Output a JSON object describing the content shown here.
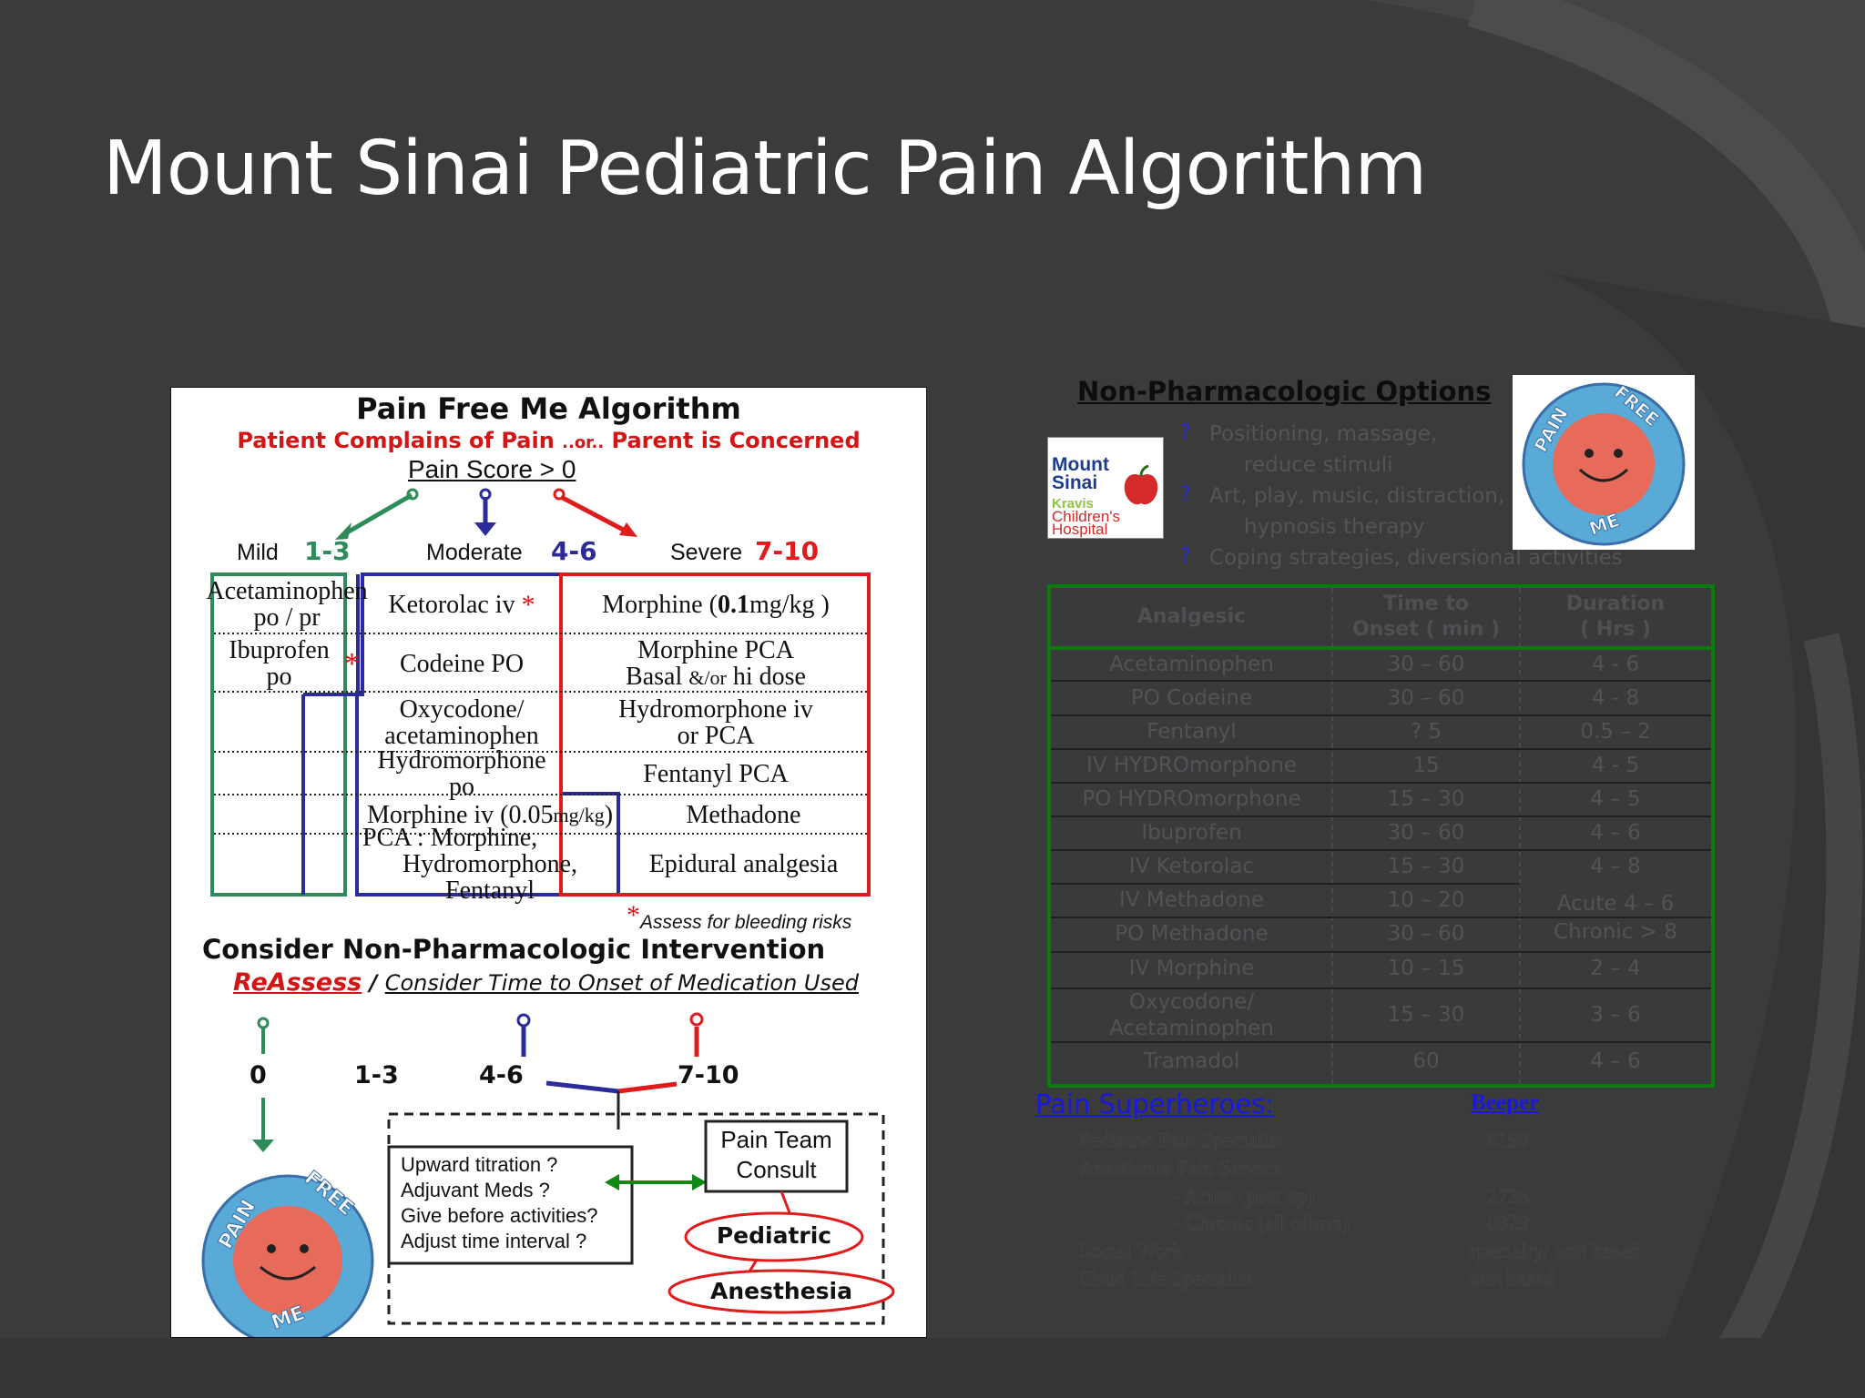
{
  "slide_title": "Mount Sinai Pediatric Pain Algorithm",
  "algorithm": {
    "title": "Pain Free Me Algorithm",
    "subtitle_part1": "Patient Complains of Pain ",
    "subtitle_or": "..or..",
    "subtitle_part2": " Parent is Concerned",
    "pain_score": "Pain Score > 0",
    "levels": {
      "mild_label": "Mild",
      "mild_range": "1-3",
      "moderate_label": "Moderate",
      "moderate_range": "4-6",
      "severe_label": "Severe",
      "severe_range": "7-10"
    },
    "cells": {
      "acetaminophen": "Acetaminophen",
      "acetaminophen_route": "po / pr",
      "ketorolac": "Ketorolac iv",
      "morphine_pre": "Morphine ( ",
      "morphine_dose": "0.1",
      "morphine_unit": " mg/kg )",
      "ibuprofen": "Ibuprofen po",
      "codeine": "Codeine PO",
      "morphine_pca": "Morphine PCA",
      "basal_pre": "Basal ",
      "basal_and": "&/or",
      "basal_post": " hi dose",
      "oxycodone": "Oxycodone/",
      "oxycodone_2": "acetaminophen",
      "hydromorphone_iv": "Hydromorphone iv",
      "hydromorphone_iv_2": "or    PCA",
      "hydromorphone_po": "Hydromorphone po",
      "fentanyl_pca": "Fentanyl PCA",
      "morphine_iv_pre": "Morphine iv (0.05 ",
      "morphine_iv_unit": "mg/kg",
      "morphine_iv_post": ")",
      "methadone": "Methadone",
      "pca_line1": "PCA :   Morphine,",
      "pca_line2": "Hydromorphone, Fentanyl",
      "epidural": "Epidural analgesia"
    },
    "asterisk": "*",
    "bleeding_note": "Assess for bleeding risks",
    "consider": "Consider Non-Pharmacologic Intervention",
    "reassess": "ReAssess",
    "slash": " / ",
    "time_onset": "Consider Time to Onset of Medication Used",
    "scores": [
      "0",
      "1-3",
      "4-6",
      "7-10"
    ],
    "questions": [
      "Upward titration ?",
      "Adjuvant Meds ?",
      "Give before activities?",
      "Adjust time interval  ?"
    ],
    "pain_team": "Pain Team",
    "consult": "Consult",
    "pediatric": "Pediatric",
    "anesthesia": "Anesthesia"
  },
  "logo": {
    "pain": "PAIN",
    "free": "FREE",
    "me": "ME"
  },
  "msh_logo": {
    "line1": "Mount",
    "line2": "Sinai",
    "line3": "Kravis",
    "line4": "Children's",
    "line5": "Hospital"
  },
  "non_pharm": {
    "title": "Non-Pharmacologic Options",
    "bullet": "?",
    "items": [
      "Positioning, massage,",
      "reduce stimuli",
      "Art, play, music, distraction,",
      "hypnosis therapy",
      "Coping strategies, diversional activities"
    ]
  },
  "table": {
    "headers": {
      "analgesic": "Analgesic",
      "onset_1": "Time to",
      "onset_2": "Onset ( min )",
      "duration_1": "Duration",
      "duration_2": "( Hrs )"
    },
    "rows": [
      {
        "drug": "Acetaminophen",
        "onset": "30 – 60",
        "duration": "4 - 6"
      },
      {
        "drug": "PO Codeine",
        "onset": "30 – 60",
        "duration": "4 - 8"
      },
      {
        "drug": "Fentanyl",
        "onset": "? 5",
        "duration": "0.5 – 2"
      },
      {
        "drug": "IV HYDROmorphone",
        "onset": "15",
        "duration": "4 - 5"
      },
      {
        "drug": "PO HYDROmorphone",
        "onset": "15 – 30",
        "duration": "4 – 5"
      },
      {
        "drug": "Ibuprofen",
        "onset": "30 – 60",
        "duration": "4 – 6"
      },
      {
        "drug": "IV Ketorolac",
        "onset": "15 – 30",
        "duration": "4 – 8"
      },
      {
        "drug": "IV Methadone",
        "onset": "10 – 20",
        "duration": ""
      },
      {
        "drug": "PO Methadone",
        "onset": "30 – 60",
        "duration": ""
      },
      {
        "drug": "IV Morphine",
        "onset": "10 – 15",
        "duration": "2 – 4"
      },
      {
        "drug": "Oxycodone/",
        "drug_2": "Acetaminophen",
        "onset": "15 – 30",
        "duration": "3 – 6"
      },
      {
        "drug": "Tramadol",
        "onset": "60",
        "duration": "4 – 6"
      }
    ],
    "methadone_duration_1": "Acute    4 – 6",
    "methadone_duration_2": "Chronic    > 8"
  },
  "heroes": {
    "title": "Pain Superheroes:",
    "beeper": "Beeper",
    "rows": [
      {
        "role": "Pediatric Pain Specialist",
        "beeper": "8199"
      },
      {
        "role": "Anesthesia Pain Service",
        "beeper": ""
      },
      {
        "role": "- Acute (post op)",
        "beeper": "2738"
      },
      {
        "role": "- Chronic (all others)",
        "beeper": "0329"
      },
      {
        "role": "Social Work",
        "beeper": "specialty/ unit based"
      },
      {
        "role": "Child Life Specialist",
        "beeper": "unit based"
      }
    ]
  },
  "colors": {
    "background": "#3b3b3c",
    "mild_green": "#2e8b5a",
    "moderate_blue": "#2b2b9a",
    "severe_red": "#e01b1b",
    "table_border_green": "#0c7a10",
    "link_blue": "#1818e0"
  }
}
